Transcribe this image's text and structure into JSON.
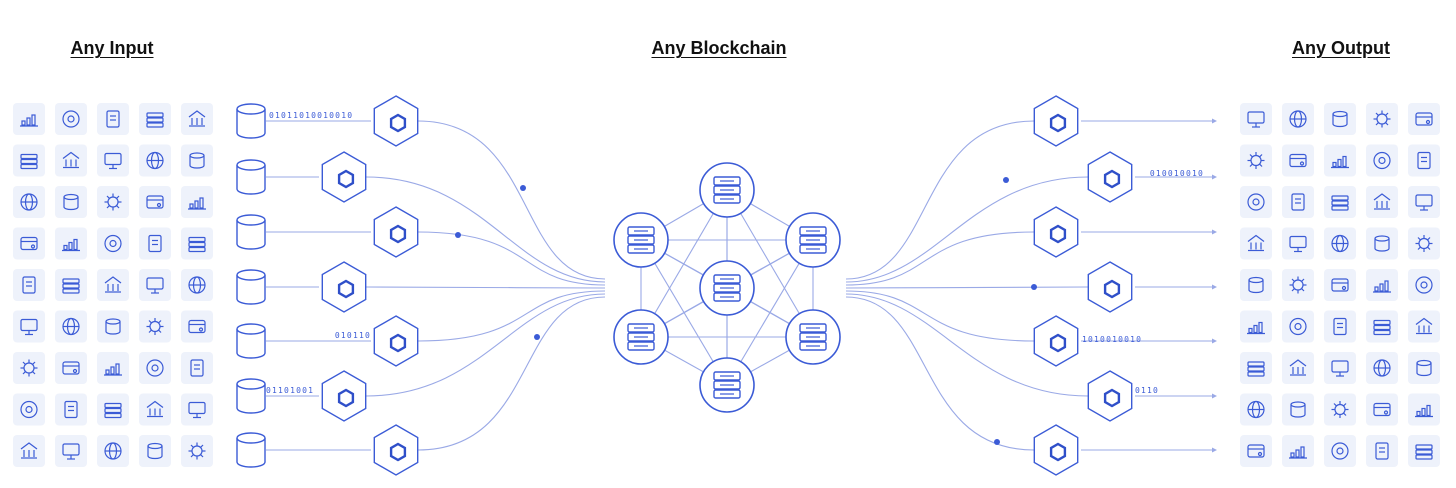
{
  "headings": {
    "input": "Any Input",
    "blockchain": "Any Blockchain",
    "output": "Any Output"
  },
  "colors": {
    "accent": "#3b5bd6",
    "line": "#9aa9e6",
    "tile_bg": "#eef2fb",
    "heading": "#111111"
  },
  "input_bits": [
    "01011010010010",
    "010110",
    "01101001"
  ],
  "output_bits": [
    "010010010",
    "1010010010",
    "0110"
  ],
  "input_icons": [
    [
      "bar-chart-icon",
      "coins-icon",
      "invoice-icon",
      "growth-chart-icon",
      "compass-icon"
    ],
    [
      "solar-panel-icon",
      "sports-ball-icon",
      "gavel-icon",
      "document-edit-icon",
      "landscape-icon"
    ],
    [
      "thermometer-icon",
      "weather-sun-rain-icon",
      "document-mobile-icon",
      "tracking-location-icon",
      "rain-cloud-icon"
    ],
    [
      "delivery-truck-icon",
      "telescope-icon",
      "binary-data-icon",
      "shopping-cart-icon",
      "team-icon"
    ],
    [
      "basketball-hoop-icon",
      "exchange-dollar-icon",
      "wind-turbine-icon",
      "clipboard-icon",
      "satellite-icon"
    ],
    [
      "pen-writing-icon",
      "laptop-dollar-icon",
      "sun-icon",
      "football-icon",
      "stethoscope-icon"
    ],
    [
      "globe-settings-icon",
      "atom-icon",
      "soccer-ball-icon",
      "database-sync-icon",
      "field-icon"
    ],
    [
      "map-pin-icon",
      "gears-icon",
      "monitor-upload-icon",
      "oil-rig-icon",
      "factory-icon"
    ],
    [
      "health-profile-icon",
      "code-window-icon",
      "heartbeat-icon",
      "browser-database-icon",
      "user-card-icon"
    ]
  ],
  "output_icons": [
    [
      "city-buildings-icon",
      "server-stack-icon",
      "dollar-icon",
      "bank-card-icon",
      "hard-drive-icon"
    ],
    [
      "globe-lock-icon",
      "card-check-icon",
      "ethereum-icon",
      "terminal-icon",
      "bank-icon"
    ],
    [
      "document-search-icon",
      "satellite-dish-icon",
      "checklist-icon",
      "globe-icon",
      "euro-icon"
    ],
    [
      "cloud-lock-icon",
      "bitcoin-icon",
      "analytics-monitor-icon",
      "globe-network-icon",
      "government-building-icon"
    ],
    [
      "database-icon",
      "bank-building-icon",
      "tether-icon",
      "wallet-icon",
      "server-list-icon"
    ],
    [
      "city-settings-icon",
      "blocks-icon",
      "settings-gears-icon",
      "cardano-icon",
      "office-buildings-icon"
    ],
    [
      "monitor-check-icon",
      "columns-building-icon",
      "capitol-icon",
      "pound-icon",
      "export-window-icon"
    ],
    [
      "chip-icon",
      "yen-icon",
      "server-rack-icon",
      "document-building-icon",
      "skyscraper-icon"
    ],
    [
      "lock-document-icon",
      "globe-dollar-icon",
      "storage-drive-icon",
      "newspaper-icon",
      "sync-database-icon"
    ]
  ]
}
